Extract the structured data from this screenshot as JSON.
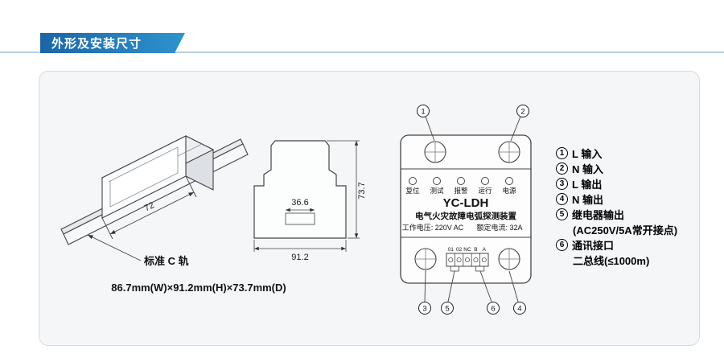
{
  "colors": {
    "banner_blue_dark": "#1a66a8",
    "banner_blue_light": "#2e93cf",
    "header_rule": "#b9cfe2",
    "panel_background": "#f4f6f8",
    "drawing_line": "#444444"
  },
  "header": {
    "title": "外形及安装尺寸"
  },
  "isometric_view": {
    "dim_length": "72",
    "rail_label": "标准 C 轨",
    "overall_dimensions": "86.7mm(W)×91.2mm(H)×73.7mm(D)"
  },
  "side_view": {
    "dim_depth": "73.7",
    "dim_slot": "36.6",
    "dim_height": "91.2"
  },
  "front_view": {
    "callouts_top": [
      "1",
      "2"
    ],
    "callouts_bottom": [
      "3",
      "5",
      "6",
      "4"
    ],
    "leds": [
      "复位",
      "测试",
      "报警",
      "运行",
      "电源"
    ],
    "model": "YC-LDH",
    "device_name": "电气火灾故障电弧探测装置",
    "spec_voltage": "工作电压: 220V AC",
    "spec_current": "额定电流: 32A",
    "terminal_labels": [
      "01",
      "02",
      "NC",
      "B",
      "A"
    ]
  },
  "legend": {
    "items": [
      {
        "num": "1",
        "label": "L 输入"
      },
      {
        "num": "2",
        "label": "N 输入"
      },
      {
        "num": "3",
        "label": "L 输出"
      },
      {
        "num": "4",
        "label": "N 输出"
      },
      {
        "num": "5",
        "label": "继电器输出"
      },
      {
        "label": "(AC250V/5A常开接点)",
        "indent": true
      },
      {
        "num": "6",
        "label": "通讯接口"
      },
      {
        "label": "二总线(≤1000m)",
        "indent": true
      }
    ]
  }
}
